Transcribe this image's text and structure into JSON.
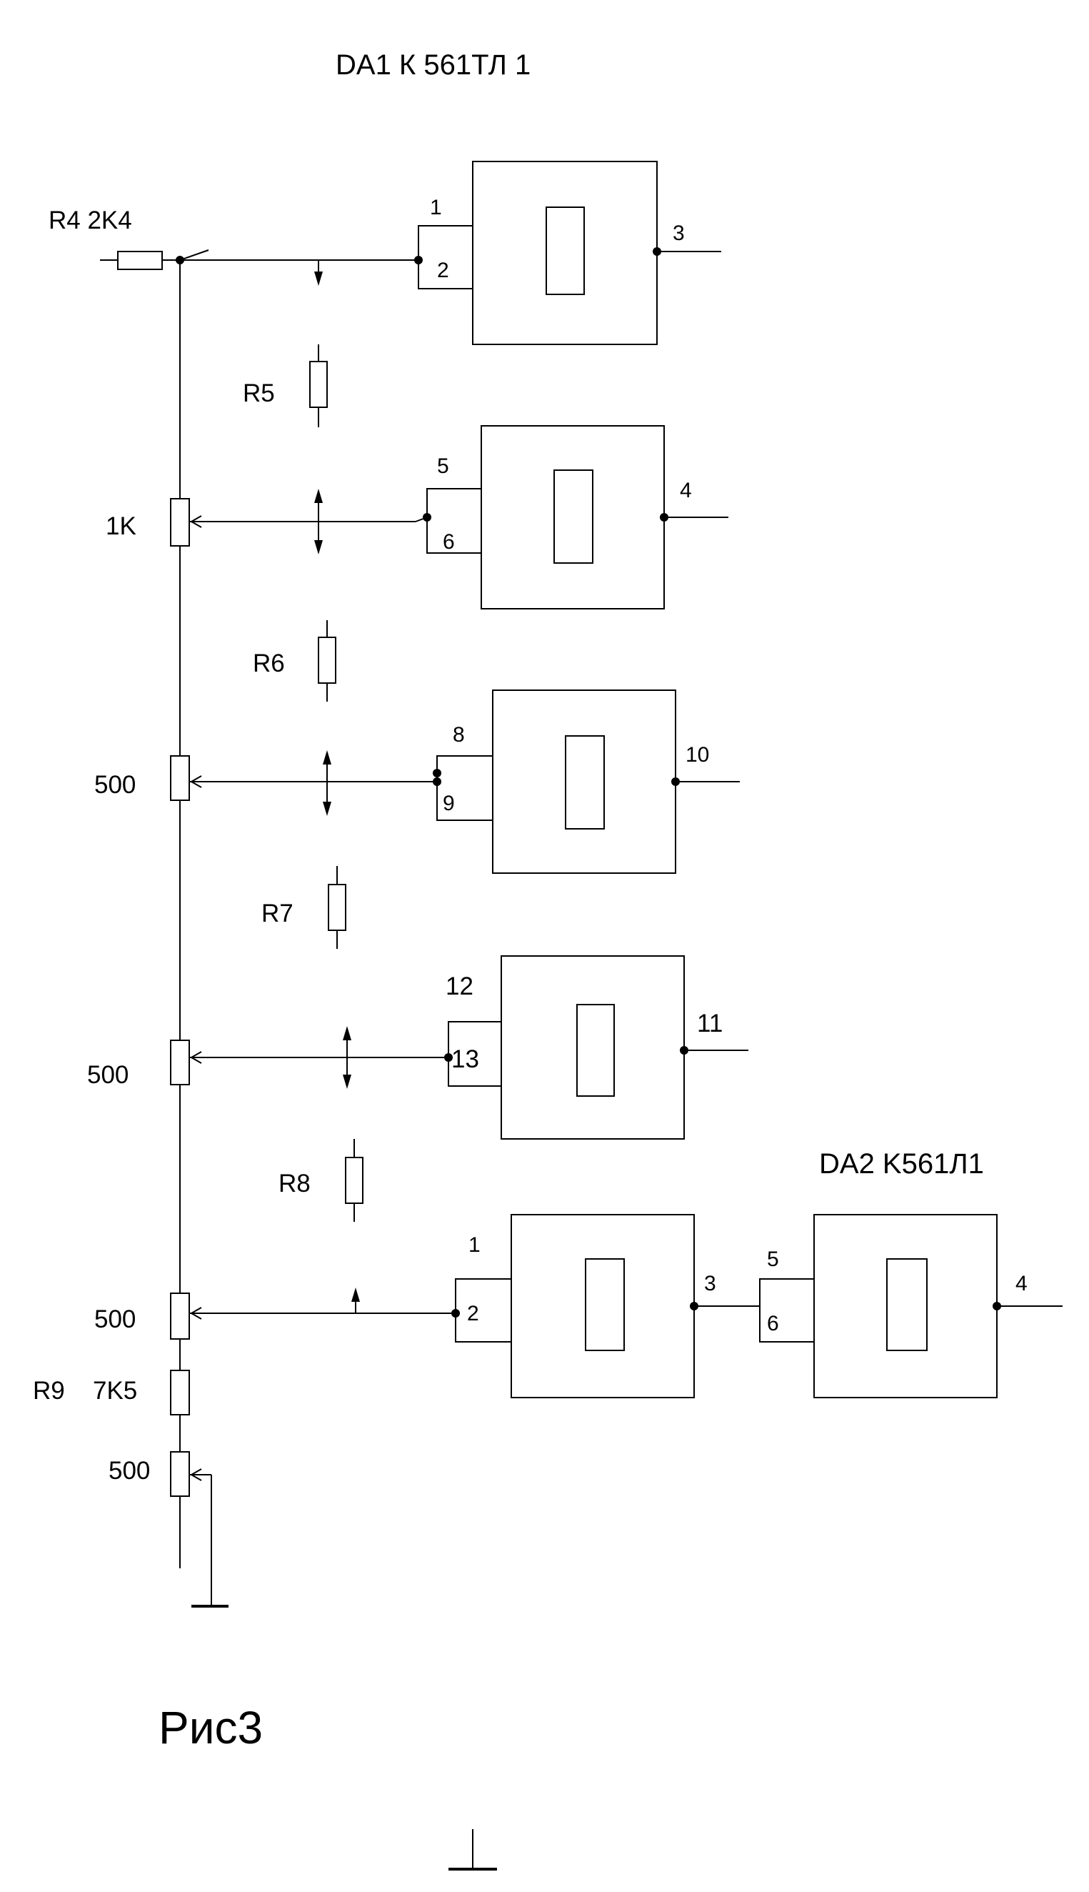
{
  "title_da1": "DA1  К 561ТЛ 1",
  "title_da2": "DA2  K561Л1",
  "figure_caption": "Рис3",
  "resistors": {
    "r4": "R4 2K4",
    "r5": "R5",
    "r6": "R6",
    "r7": "R7",
    "r8": "R8",
    "r9_name": "R9",
    "r9_value": "7K5"
  },
  "potentiometers": [
    "1K",
    "500",
    "500",
    "500",
    "500"
  ],
  "pins": {
    "g1": {
      "in_a": "1",
      "in_b": "2",
      "out": "3"
    },
    "g2": {
      "in_a": "5",
      "in_b": "6",
      "out": "4"
    },
    "g3": {
      "in_a": "8",
      "in_b": "9",
      "out": "10"
    },
    "g4": {
      "in_a": "12",
      "in_b": "13",
      "out": "11"
    },
    "g5": {
      "in_a": "1",
      "in_b": "2",
      "out": "3"
    },
    "g6": {
      "in_a": "5",
      "in_b": "6",
      "out": "4"
    }
  }
}
